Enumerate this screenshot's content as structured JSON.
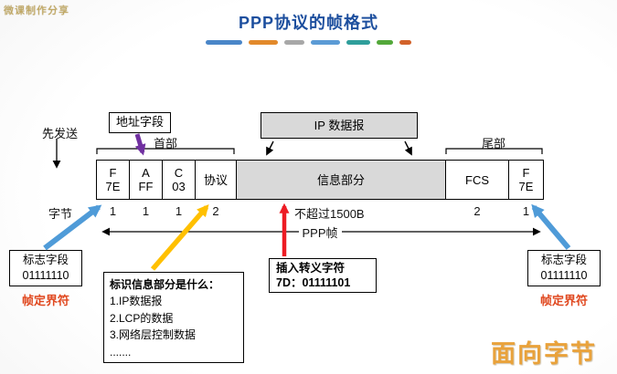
{
  "watermark": "微课制作分享",
  "header": {
    "title": "PPP协议的帧格式"
  },
  "decor": {
    "dash_colors": [
      "#4a86c8",
      "#e2892b",
      "#a8a8a8",
      "#5b9bd5",
      "#2f9e9b",
      "#53a83a",
      "#d2622a"
    ]
  },
  "diagram": {
    "send_first": "先发送",
    "address_field": "地址字段",
    "header_label": "首部",
    "tail_label": "尾部",
    "ip_box": "IP 数据报",
    "byte_label": "字节",
    "ppp_frame": "PPP帧",
    "cells": [
      {
        "l1": "F",
        "l2": "7E",
        "size": "1"
      },
      {
        "l1": "A",
        "l2": "FF",
        "size": "1"
      },
      {
        "l1": "C",
        "l2": "03",
        "size": "1"
      },
      {
        "l1": "协议",
        "l2": "",
        "size": "2"
      },
      {
        "l1": "信息部分",
        "l2": "",
        "size": "不超过1500B"
      },
      {
        "l1": "FCS",
        "l2": "",
        "size": "2"
      },
      {
        "l1": "F",
        "l2": "7E",
        "size": "1"
      }
    ],
    "flag_left": {
      "l1": "标志字段",
      "l2": "01111110",
      "caption": "帧定界符"
    },
    "flag_right": {
      "l1": "标志字段",
      "l2": "01111110",
      "caption": "帧定界符"
    },
    "escape_box": {
      "l1": "插入转义字符",
      "l2": "7D：01111101"
    },
    "info_box": {
      "title": "标识信息部分是什么：",
      "items": [
        "1.IP数据报",
        "2.LCP的数据",
        "3.网络层控制数据",
        "......."
      ]
    },
    "byte_oriented": "面向字节"
  },
  "colors": {
    "title": "#1d4f9e",
    "info_cell_bg": "#d9d9d9",
    "flag_arrow": "#4f9bd8",
    "address_arrow": "#7030a0",
    "protocol_arrow": "#ffc000",
    "escape_arrow": "#ed1c24",
    "delimiter_text": "#e0481f",
    "byte_oriented_text": "#e9a23b"
  }
}
